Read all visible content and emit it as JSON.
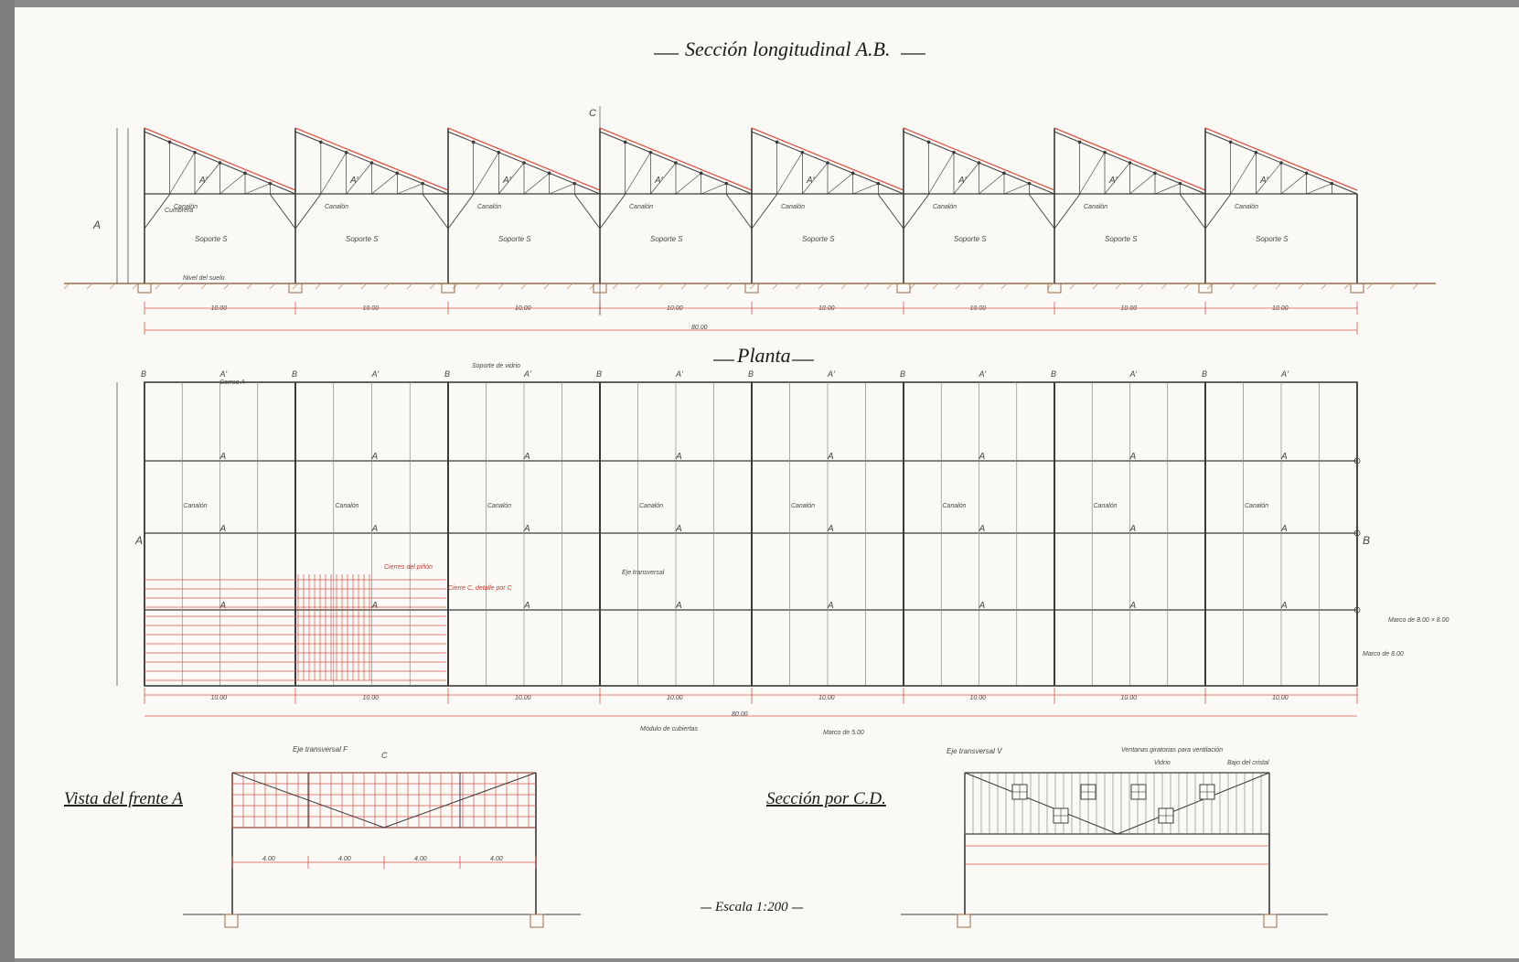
{
  "colors": {
    "paper": "#fbf9f5",
    "ink": "#3a3a3a",
    "red": "#d9574a",
    "frame": "#8a8a8a"
  },
  "titles": {
    "seccion": "Sección longitudinal A.B.",
    "planta": "Planta",
    "vista": "Vista del frente A",
    "seccion_cd": "Sección por C.D.",
    "escala": "Escala 1:200"
  },
  "section_labels": {
    "support": "Soporte",
    "cumbrera": "Cumbrera",
    "canalon": "Canalón",
    "nivel": "Nivel del suelo",
    "letters": [
      "A",
      "A",
      "A",
      "A",
      "A",
      "A",
      "A",
      "A"
    ],
    "markers": [
      "C",
      "A"
    ]
  },
  "dims": {
    "bay": "10.00",
    "total": "80.00",
    "row": "5.00",
    "plan_total": "80.00",
    "truss": "4.00"
  },
  "plan_labels": {
    "top_row": [
      "B",
      "A",
      "B",
      "A",
      "B",
      "A",
      "B",
      "A",
      "B",
      "A",
      "B",
      "A",
      "B",
      "A",
      "B",
      "A"
    ],
    "side_b": "B",
    "side_a": "A",
    "canalon": "Canalón",
    "correa": "Correa A",
    "eje": "Eje transversal",
    "note1": "Marco de 8.00 × 8.00",
    "note2": "Marco de 8.00",
    "bottom1": "Módulo de cubiertas",
    "bottom2": "Marco de 5.00",
    "soporte_note": "Soporte de vidrio",
    "cerr1": "Cierres del piñón",
    "cerr2": "Cierre C, detalle por C"
  },
  "elev_labels": {
    "eje1": "Eje transversal F",
    "eje2": "Eje transversal V",
    "vent": "Ventanas giratorias para ventilación",
    "vidrio": "Vidrio",
    "bajo": "Bajo del cristal",
    "c": "C"
  }
}
